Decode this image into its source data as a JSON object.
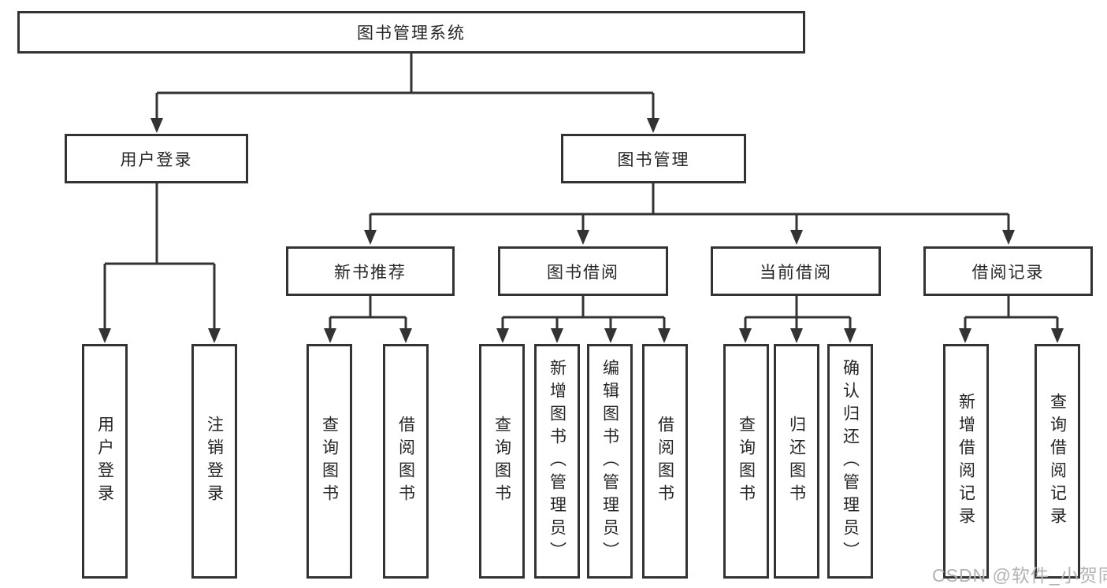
{
  "tree": {
    "root": {
      "label": "图书管理系统"
    },
    "branches": {
      "user_login": {
        "label": "用户登录",
        "children": [
          "用户登录",
          "注销登录"
        ]
      },
      "book_management": {
        "label": "图书管理"
      },
      "new_book_recommend": {
        "label": "新书推荐",
        "children": [
          "查询图书",
          "借阅图书"
        ]
      },
      "book_borrowing": {
        "label": "图书借阅",
        "children": [
          "查询图书",
          "新增图书（管理员）",
          "编辑图书（管理员）",
          "借阅图书"
        ]
      },
      "current_borrowing": {
        "label": "当前借阅",
        "children": [
          "查询图书",
          "归还图书",
          "确认归还（管理员）"
        ]
      },
      "borrowing_records": {
        "label": "借阅记录",
        "children": [
          "新增借阅记录",
          "查询借阅记录"
        ]
      }
    }
  },
  "watermark": {
    "text": "CSDN @软件_小贺同学"
  },
  "colors": {
    "line": "#333333",
    "text": "#262626",
    "watermark": "#b3b3b3",
    "background": "#ffffff"
  }
}
